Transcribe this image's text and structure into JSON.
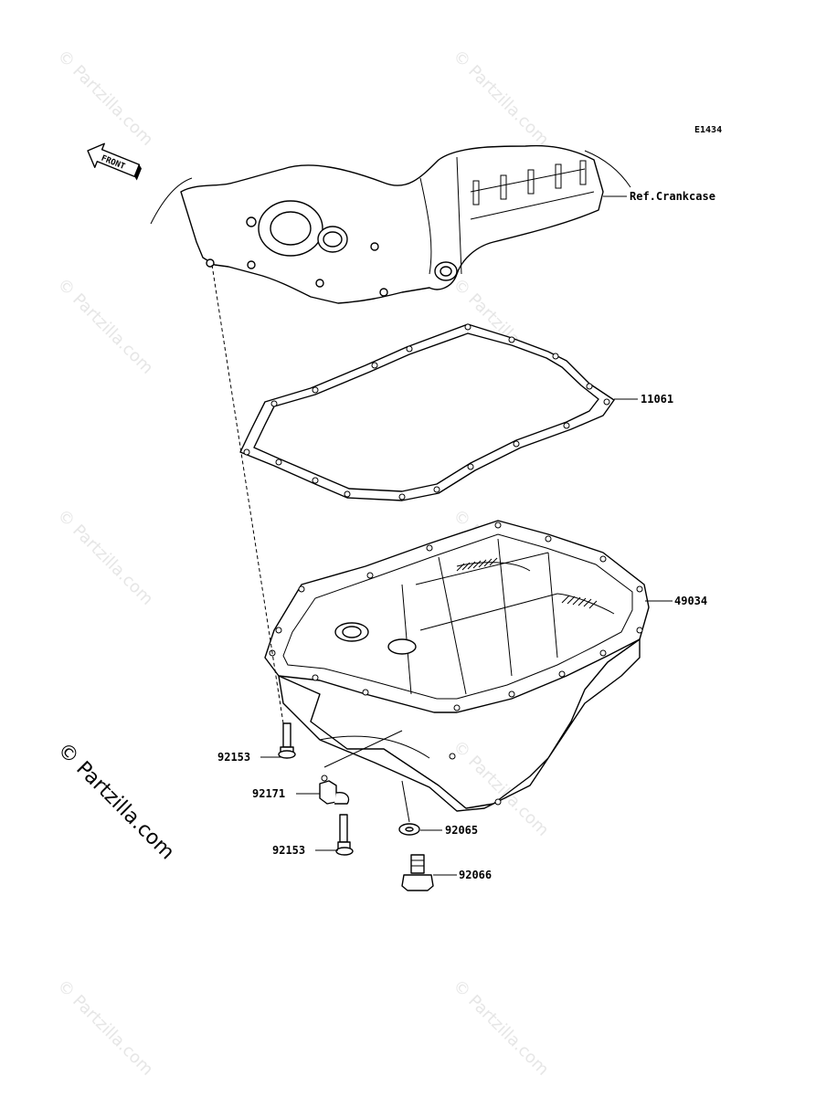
{
  "diagram_code": "E1434",
  "front_marker": "FRONT",
  "callouts": [
    {
      "id": "ref-crankcase",
      "text": "Ref.Crankcase"
    },
    {
      "id": "gasket",
      "text": "11061"
    },
    {
      "id": "oil-pan",
      "text": "49034"
    },
    {
      "id": "bolt-upper",
      "text": "92153"
    },
    {
      "id": "clamp",
      "text": "92171"
    },
    {
      "id": "bolt-lower",
      "text": "92153"
    },
    {
      "id": "washer",
      "text": "92065"
    },
    {
      "id": "drain-plug",
      "text": "92066"
    }
  ],
  "watermark": "© Partzilla.com"
}
